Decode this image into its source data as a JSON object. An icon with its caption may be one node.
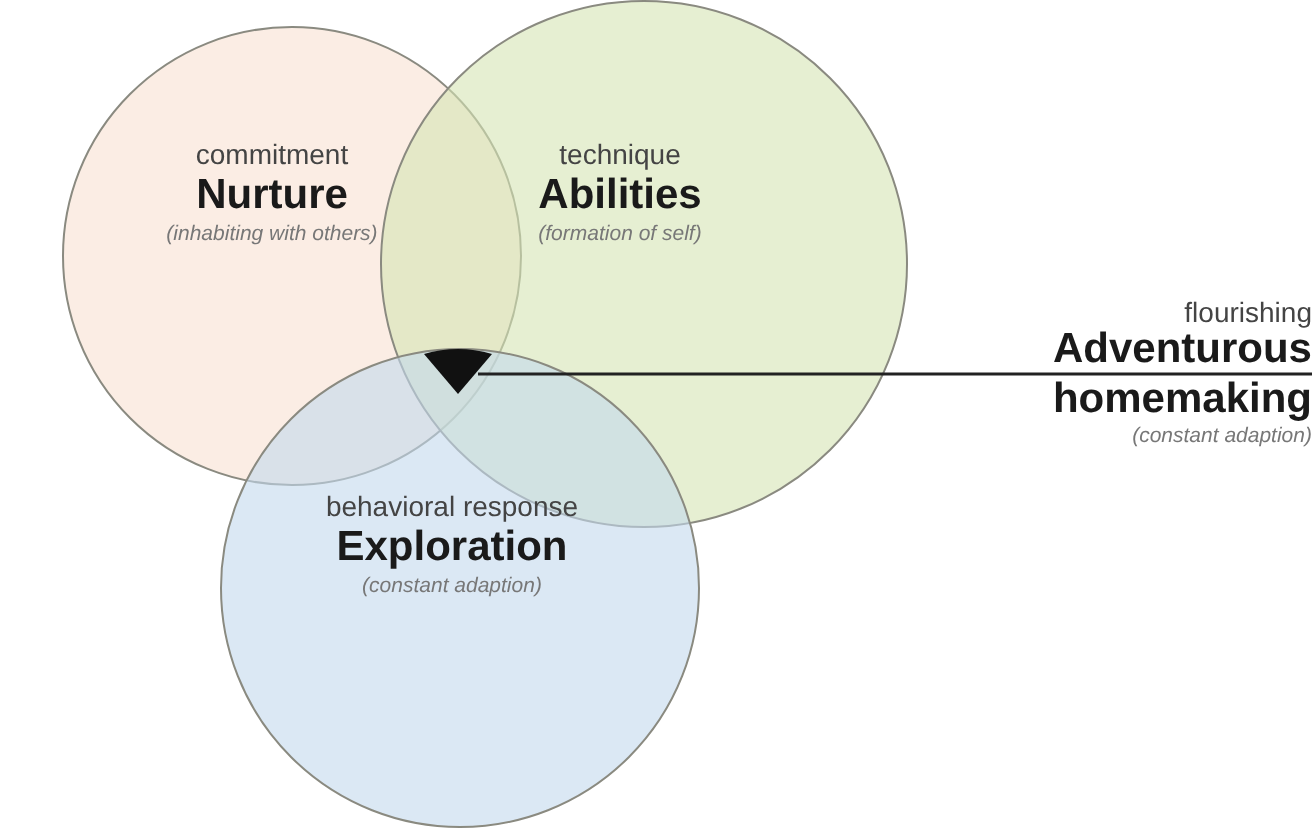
{
  "diagram": {
    "nodes": [
      {
        "text": [
          "commitment",
          "Nurture",
          "(inhabiting with others)"
        ]
      },
      {
        "text": [
          "technique",
          "Abilities",
          "(formation of self)"
        ]
      },
      {
        "text": [
          "behavioral response",
          "Exploration",
          "(constant adaption)"
        ]
      },
      {
        "text": [],
        "shape": "triangle"
      },
      {
        "text": [
          "flourishing",
          "Adventurous homemaking",
          "(constant adaption)"
        ]
      }
    ],
    "edges": [
      {
        "from": 4,
        "to": 3,
        "arrow": "none"
      }
    ]
  }
}
